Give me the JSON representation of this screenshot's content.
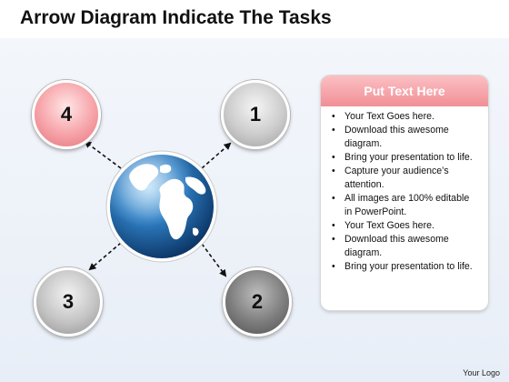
{
  "title": "Arrow Diagram Indicate The Tasks",
  "circles": {
    "top_left": "4",
    "top_right": "1",
    "bottom_left": "3",
    "bottom_right": "2"
  },
  "textbox": {
    "header": "Put Text Here",
    "bullets": [
      "Your Text Goes here.",
      "Download this awesome diagram.",
      "Bring your presentation to life.",
      "Capture your audience’s attention.",
      "All images are 100% editable in PowerPoint.",
      "Your Text Goes here.",
      "Download this awesome diagram.",
      "Bring your presentation to life."
    ]
  },
  "logo": "Your Logo",
  "colors": {
    "header_pink": "#f4a2a8",
    "circle_pink": "#f6a3a8",
    "circle_gray": "#cccccc",
    "circle_dark": "#7d7d7d",
    "globe_blue": "#1f5f9e"
  },
  "icons": [
    "globe-icon",
    "arrow-icon"
  ]
}
